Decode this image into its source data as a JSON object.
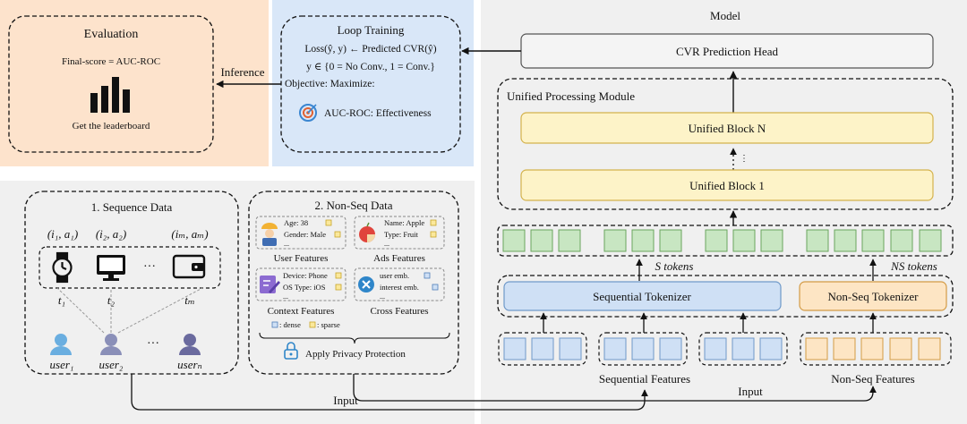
{
  "evaluation": {
    "title": "Evaluation",
    "formula": "Final-score = AUC-ROC",
    "caption": "Get the leaderboard"
  },
  "inference_label": "Inference",
  "loop_training": {
    "title": "Loop Training",
    "loss_line": "Loss(ŷ, y) ← Predicted CVR(ŷ)",
    "label_line": "y ∈ {0 = No Conv., 1 = Conv.}",
    "objective": "Objective:  Maximize:",
    "metric": "AUC-ROC:  Effectiveness"
  },
  "model": {
    "title": "Model",
    "head": "CVR Prediction Head",
    "upm_title": "Unified Processing Module",
    "block_n": "Unified Block N",
    "block_1": "Unified Block 1",
    "s_tokens": "S tokens",
    "ns_tokens": "NS tokens",
    "seq_tokenizer": "Sequential Tokenizer",
    "nonseq_tokenizer": "Non-Seq Tokenizer",
    "seq_features": "Sequential Features",
    "nonseq_features": "Non-Seq Features",
    "input_label": "Input"
  },
  "sequence_data": {
    "title": "1. Sequence Data",
    "pairs": [
      "(i₁, a₁)",
      "(i₂, a₂)",
      "(iₘ, aₘ)"
    ],
    "ellipsis": "···",
    "times": [
      "t₁",
      "t₂",
      "tₘ"
    ],
    "users": [
      "user₁",
      "user₂",
      "userₙ"
    ]
  },
  "nonseq_data": {
    "title": "2. Non-Seq Data",
    "user_features": {
      "label": "User Features",
      "lines": [
        "Age: 38",
        "Gender: Male",
        "..."
      ]
    },
    "ads_features": {
      "label": "Ads Features",
      "lines": [
        "Name: Apple",
        "Type: Fruit",
        "..."
      ]
    },
    "context_features": {
      "label": "Context Features",
      "lines": [
        "Device: Phone",
        "OS Type: iOS",
        "..."
      ]
    },
    "cross_features": {
      "label": "Cross Features",
      "lines": [
        "user emb.",
        "interest emb.",
        "..."
      ]
    },
    "legend_dense": ": dense",
    "legend_sparse": ": sparse",
    "privacy": "Apply Privacy Protection"
  },
  "input_label": "Input",
  "colors": {
    "eval_bg": "#fde3cc",
    "loop_bg": "#d9e7f8",
    "panel_bg": "#f0f0f0",
    "token_green": "#c8e6c2",
    "seq_blue": "#cfe0f5",
    "nonseq_orange": "#fde5c4",
    "block_yellow": "#fdf3c8",
    "user_icon": "#6aaee0"
  },
  "icons": [
    "watch-icon",
    "monitor-icon",
    "wallet-icon",
    "bar-chart-icon",
    "target-icon",
    "user-icon",
    "apple-icon",
    "edit-icon",
    "cross-icon",
    "lock-icon"
  ]
}
